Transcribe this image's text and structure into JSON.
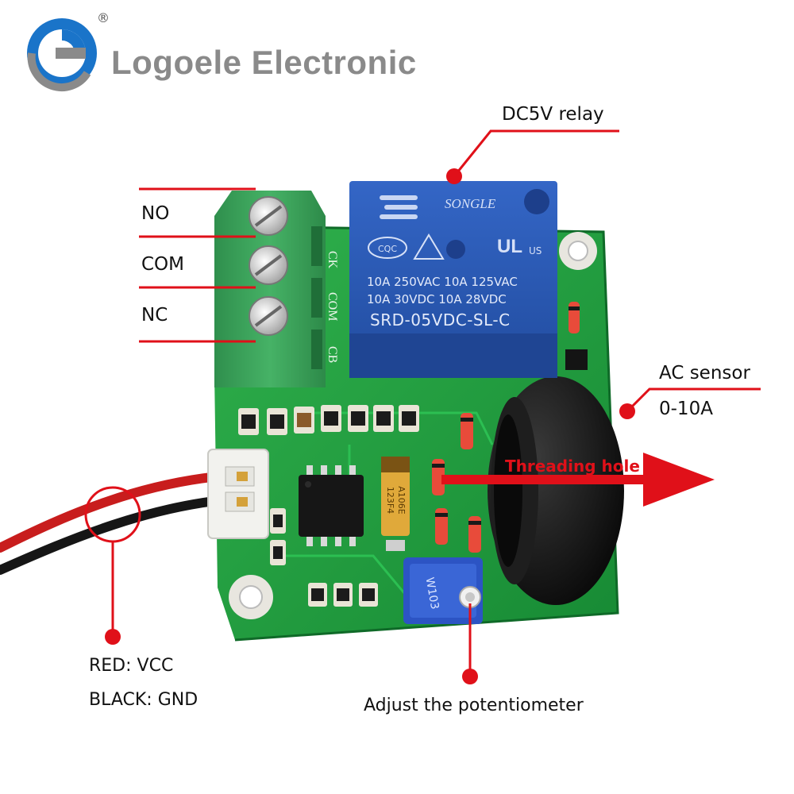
{
  "brand": {
    "name": "Logoele Electronic",
    "registered_mark": "®",
    "logo_colors": {
      "blue": "#1a74c9",
      "gray": "#8a8a8a"
    }
  },
  "annotations": {
    "no": "NO",
    "com": "COM",
    "nc": "NC",
    "relay": "DC5V relay",
    "ac_sensor_line1": "AC sensor",
    "ac_sensor_line2": "0-10A",
    "threading_hole": "Threading hole",
    "red_wire": "RED: VCC",
    "black_wire": "BLACK: GND",
    "potentiometer": "Adjust the potentiometer"
  },
  "relay_markings": {
    "brand": "SONGLE",
    "cert_left": "CQC",
    "cert_right": "US",
    "rating1": "10A 250VAC  10A 125VAC",
    "rating2": "10A  30VDC  10A  28VDC",
    "model": "SRD-05VDC-SL-C"
  },
  "silkscreen": {
    "ck": "CK",
    "com": "COM",
    "cb": "CB"
  },
  "capacitor_markings": {
    "line1": "A106E",
    "line2": "123F4"
  },
  "pot_marking": "W103",
  "colors": {
    "accent_red": "#e01019",
    "pcb_green": "#1f9a3e",
    "relay_blue": "#2a58b8",
    "terminal_green": "#3aa35a"
  }
}
